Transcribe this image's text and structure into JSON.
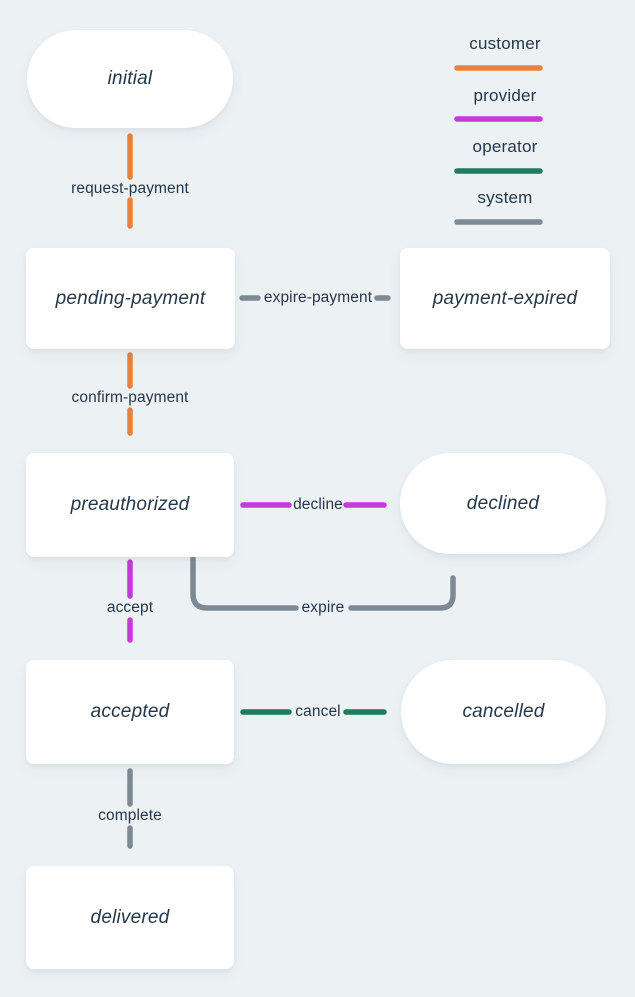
{
  "colors": {
    "background": "#ECF1F4",
    "node_fill": "#FFFFFF",
    "text": "#25384A",
    "customer": "#E8823C",
    "provider": "#C43BD9",
    "operator": "#1E7B5B",
    "system": "#7D8995"
  },
  "legend": {
    "items": [
      {
        "label": "customer",
        "color": "#E8823C",
        "icon": "arrow-right-icon"
      },
      {
        "label": "provider",
        "color": "#C43BD9",
        "icon": "arrow-right-icon"
      },
      {
        "label": "operator",
        "color": "#1E7B5B",
        "icon": "arrow-right-icon"
      },
      {
        "label": "system",
        "color": "#7D8995",
        "icon": "arrow-right-icon"
      }
    ]
  },
  "states": [
    {
      "id": "initial",
      "label": "initial",
      "shape": "pill"
    },
    {
      "id": "pending-payment",
      "label": "pending-payment",
      "shape": "rect"
    },
    {
      "id": "payment-expired",
      "label": "payment-expired",
      "shape": "rect"
    },
    {
      "id": "preauthorized",
      "label": "preauthorized",
      "shape": "rect"
    },
    {
      "id": "declined",
      "label": "declined",
      "shape": "pill"
    },
    {
      "id": "accepted",
      "label": "accepted",
      "shape": "rect"
    },
    {
      "id": "cancelled",
      "label": "cancelled",
      "shape": "pill"
    },
    {
      "id": "delivered",
      "label": "delivered",
      "shape": "rect"
    }
  ],
  "transitions": [
    {
      "label": "request-payment",
      "from": "initial",
      "to": "pending-payment",
      "actor": "customer"
    },
    {
      "label": "expire-payment",
      "from": "pending-payment",
      "to": "payment-expired",
      "actor": "system"
    },
    {
      "label": "confirm-payment",
      "from": "pending-payment",
      "to": "preauthorized",
      "actor": "customer"
    },
    {
      "label": "decline",
      "from": "preauthorized",
      "to": "declined",
      "actor": "provider"
    },
    {
      "label": "accept",
      "from": "preauthorized",
      "to": "accepted",
      "actor": "provider"
    },
    {
      "label": "expire",
      "from": "preauthorized",
      "to": "declined",
      "actor": "system"
    },
    {
      "label": "cancel",
      "from": "accepted",
      "to": "cancelled",
      "actor": "operator"
    },
    {
      "label": "complete",
      "from": "accepted",
      "to": "delivered",
      "actor": "system"
    }
  ]
}
